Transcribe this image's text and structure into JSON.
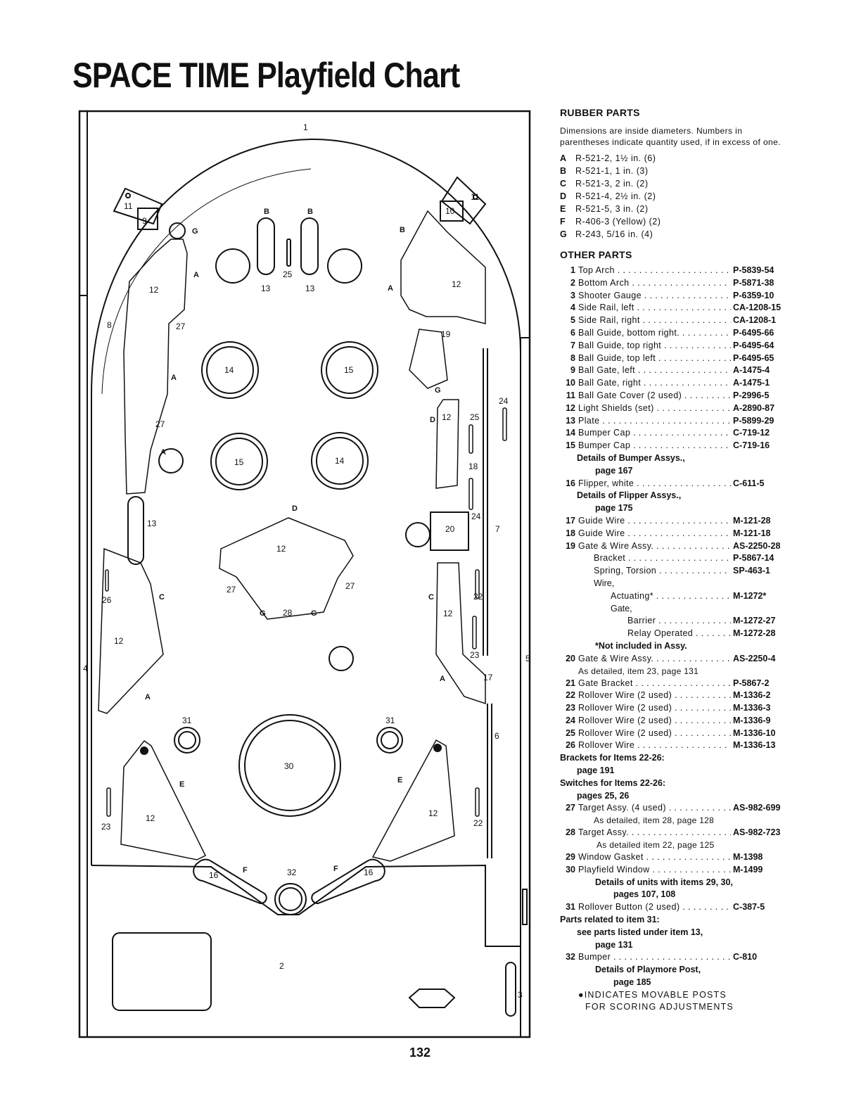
{
  "title": "SPACE TIME Playfield Chart",
  "page_number": "132",
  "playfield_labels": {
    "n1": "1",
    "n2": "2",
    "n3": "3",
    "n4": "4",
    "n5": "5",
    "n6": "6",
    "n7": "7",
    "n8": "8",
    "n9": "9",
    "n10": "10",
    "n11": "11",
    "n12": "12",
    "n13": "13",
    "n14": "14",
    "n15": "15",
    "n16": "16",
    "n17": "17",
    "n18": "18",
    "n19": "19",
    "n20": "20",
    "n22": "22",
    "n23": "23",
    "n24": "24",
    "n25": "25",
    "n26": "26",
    "n27": "27",
    "n28": "28",
    "n30": "30",
    "n31": "31",
    "n32": "32",
    "A": "A",
    "B": "B",
    "C": "C",
    "D": "D",
    "E": "E",
    "F": "F",
    "G": "G"
  },
  "rubber": {
    "heading": "RUBBER PARTS",
    "note": "Dimensions are inside diameters. Numbers in parentheses indicate quantity used, if in excess of one.",
    "items": [
      {
        "letter": "A",
        "text": "R-521-2, 1½ in. (6)"
      },
      {
        "letter": "B",
        "text": "R-521-1, 1 in. (3)"
      },
      {
        "letter": "C",
        "text": "R-521-3, 2 in. (2)"
      },
      {
        "letter": "D",
        "text": "R-521-4, 2½ in. (2)"
      },
      {
        "letter": "E",
        "text": "R-521-5, 3 in. (2)"
      },
      {
        "letter": "F",
        "text": "R-406-3 (Yellow) (2)"
      },
      {
        "letter": "G",
        "text": "R-243, 5/16 in. (4)"
      }
    ]
  },
  "other": {
    "heading": "OTHER PARTS",
    "p1": [
      "1",
      "Top Arch",
      "P-5839-54"
    ],
    "p2": [
      "2",
      "Bottom Arch",
      "P-5871-38"
    ],
    "p3": [
      "3",
      "Shooter Gauge",
      "P-6359-10"
    ],
    "p4": [
      "4",
      "Side Rail, left",
      "CA-1208-15"
    ],
    "p5": [
      "5",
      "Side Rail, right",
      "CA-1208-1"
    ],
    "p6": [
      "6",
      "Ball Guide, bottom right.",
      "P-6495-66"
    ],
    "p7": [
      "7",
      "Ball Guide, top right",
      "P-6495-64"
    ],
    "p8": [
      "8",
      "Ball Guide, top left",
      "P-6495-65"
    ],
    "p9": [
      "9",
      "Ball Gate, left",
      "A-1475-4"
    ],
    "p10": [
      "10",
      "Ball Gate, right",
      "A-1475-1"
    ],
    "p11": [
      "11",
      "Ball Gate Cover (2 used) .",
      "P-2996-5"
    ],
    "p12": [
      "12",
      "Light Shields (set)",
      "A-2890-87"
    ],
    "p13": [
      "13",
      "Plate",
      "P-5899-29"
    ],
    "p14": [
      "14",
      "Bumper Cap",
      "C-719-12"
    ],
    "p15": [
      "15",
      "Bumper Cap",
      "C-719-16"
    ],
    "bumper_details_1": "Details of Bumper Assys.,",
    "bumper_details_2": "page 167",
    "p16": [
      "16",
      "Flipper, white",
      "C-611-5"
    ],
    "flipper_details_1": "Details of Flipper Assys.,",
    "flipper_details_2": "page 175",
    "p17": [
      "17",
      "Guide Wire",
      "M-121-28"
    ],
    "p18": [
      "18",
      "Guide Wire",
      "M-121-18"
    ],
    "p19": [
      "19",
      "Gate & Wire Assy.",
      "AS-2250-28"
    ],
    "p19_bracket": [
      "Bracket",
      "P-5867-14"
    ],
    "p19_spring": [
      "Spring, Torsion",
      "SP-463-1"
    ],
    "p19_wire": "Wire,",
    "p19_actuating": [
      "Actuating*",
      "M-1272*"
    ],
    "p19_gate": "Gate,",
    "p19_barrier": [
      "Barrier",
      "M-1272-27"
    ],
    "p19_relay": [
      "Relay Operated",
      "M-1272-28"
    ],
    "not_included": "*Not included in Assy.",
    "p20": [
      "20",
      "Gate & Wire Assy.",
      "AS-2250-4"
    ],
    "p20_note": "As detailed, item 23, page 131",
    "p21": [
      "21",
      "Gate Bracket",
      "P-5867-2"
    ],
    "p22": [
      "22",
      "Rollover Wire (2 used)",
      "M-1336-2"
    ],
    "p23": [
      "23",
      "Rollover Wire (2 used)",
      "M-1336-3"
    ],
    "p24": [
      "24",
      "Rollover Wire (2 used)",
      "M-1336-9"
    ],
    "p25": [
      "25",
      "Rollover Wire (2 used)",
      "M-1336-10"
    ],
    "p26": [
      "26",
      "Rollover Wire",
      "M-1336-13"
    ],
    "brackets_1": "Brackets for Items 22-26:",
    "brackets_2": "page 191",
    "switches_1": "Switches for Items 22-26:",
    "switches_2": "pages 25, 26",
    "p27": [
      "27",
      "Target Assy. (4 used)",
      "AS-982-699"
    ],
    "p27_note": "As detailed, item 28, page 128",
    "p28": [
      "28",
      "Target Assy.",
      "AS-982-723"
    ],
    "p28_note": "As detailed item 22, page 125",
    "p29": [
      "29",
      "Window Gasket",
      "M-1398"
    ],
    "p30": [
      "30",
      "Playfield Window",
      "M-1499"
    ],
    "units_1": "Details of units with items 29, 30,",
    "units_2": "pages 107, 108",
    "p31": [
      "31",
      "Rollover Button (2 used)",
      "C-387-5"
    ],
    "related_1": "Parts related to item 31:",
    "related_2": "see parts listed under item 13,",
    "related_3": "page 131",
    "p32": [
      "32",
      "Bumper",
      "C-810"
    ],
    "playmore_1": "Details of Playmore Post,",
    "playmore_2": "page 185",
    "footnote_1": "●INDICATES MOVABLE POSTS",
    "footnote_2": "FOR SCORING ADJUSTMENTS"
  }
}
